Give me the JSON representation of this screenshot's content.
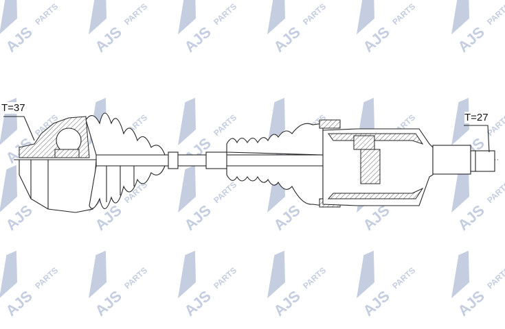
{
  "watermark": {
    "brand": "AJS",
    "sub": "PARTS",
    "color": "#c5cde0"
  },
  "labels": {
    "left_teeth": "T=37",
    "right_teeth": "T=27"
  },
  "line_color": "#222222"
}
